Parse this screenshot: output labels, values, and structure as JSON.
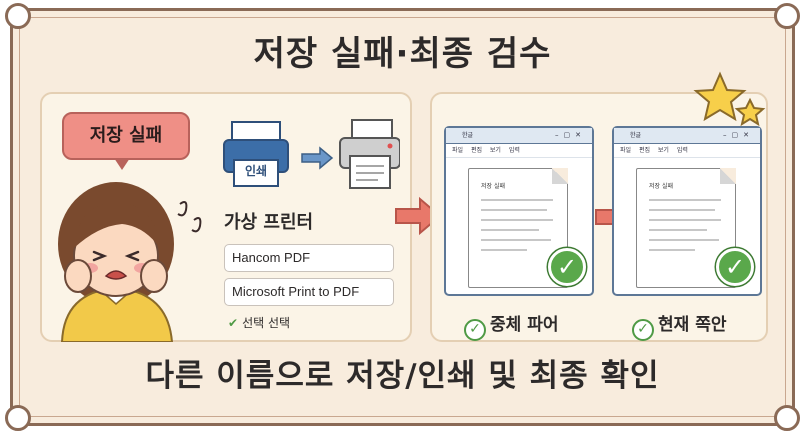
{
  "title": "저장 실패·최종 검수",
  "footer": "다른 이름으로 저장/인쇄 및 최종 확인",
  "left_panel": {
    "bubble": "저장 실패",
    "printer_icon_label": "인쇄",
    "virtual_printer_label": "가상 프린터",
    "options": [
      "Hancom PDF",
      "Microsoft Print to PDF"
    ],
    "select_hint": "선택 선택"
  },
  "right_panel": {
    "windows": [
      {
        "titlebar": "한글",
        "menu": "파일 편집 보기 입력",
        "doc_title": "저장 실패",
        "caption": "중체 파어"
      },
      {
        "titlebar": "한글",
        "menu": "파일 편집 보기 입력",
        "doc_title": "저장 실패",
        "caption": "현재 쪽안"
      }
    ]
  },
  "colors": {
    "background": "#f8ecdd",
    "border": "#8a6a56",
    "accent_red": "#ef8f86",
    "arrow": "#e8786a",
    "check_green": "#5aa84b",
    "star_yellow": "#f7cf4a"
  }
}
